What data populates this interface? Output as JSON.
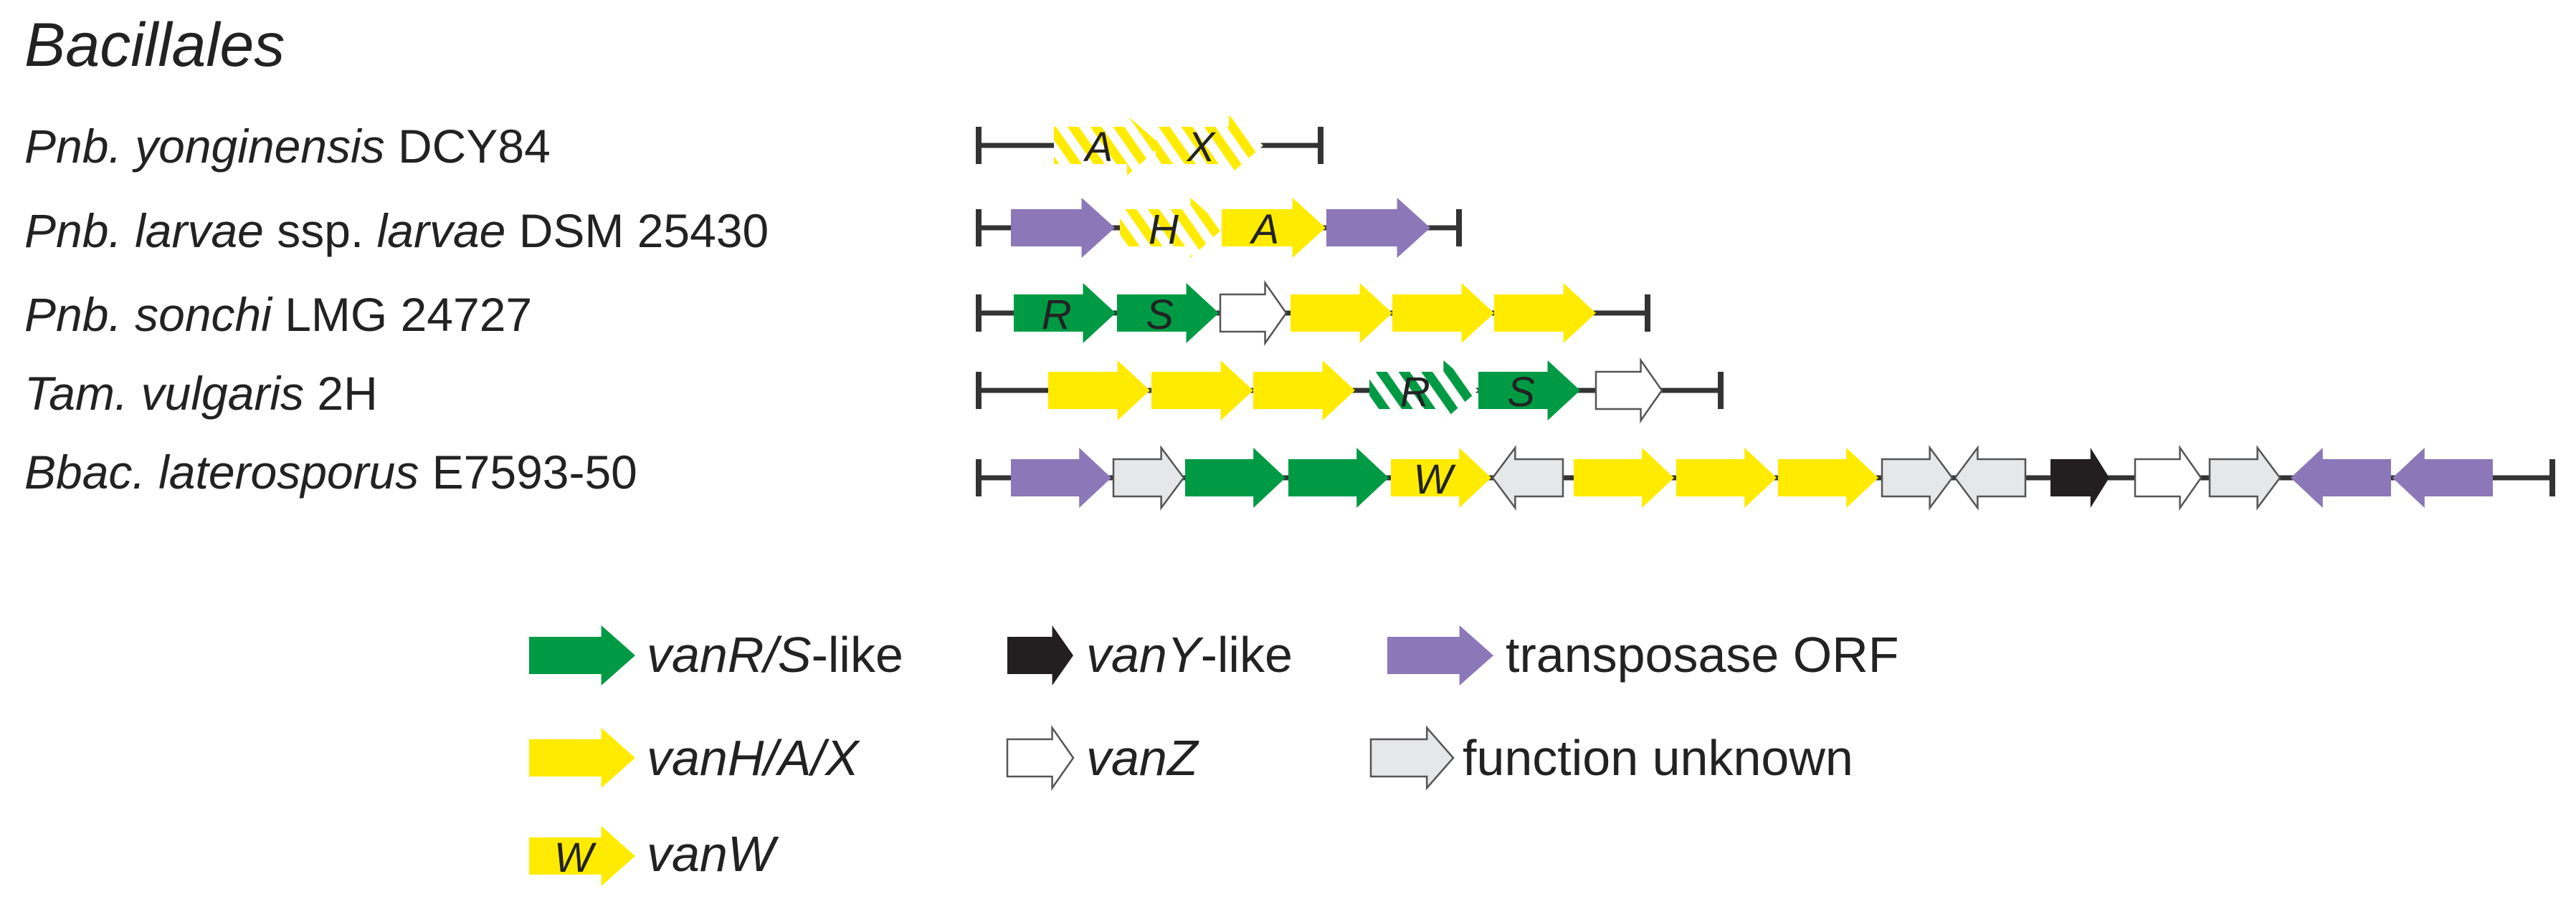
{
  "figure": {
    "title": "Bacillales"
  },
  "colors": {
    "vanRS": "#009A44",
    "vanHAX": "#FFEB00",
    "vanY": "#231F20",
    "vanZ": "#FFFFFF",
    "transposase": "#8C77B8",
    "unknown": "#E6E7E8",
    "line": "#333333",
    "outline": "#555555"
  },
  "organisms": [
    {
      "italic": "Pnb. yonginensis",
      "plain": " DCY84"
    },
    {
      "italic": "Pnb. larvae",
      "plain": " ssp. ",
      "italic2": "larvae",
      "plain2": " DSM 25430"
    },
    {
      "italic": "Pnb. sonchi",
      "plain": " LMG 24727"
    },
    {
      "italic": "Tam. vulgaris",
      "plain": " 2H"
    },
    {
      "italic": "Bbac. laterosporus",
      "plain": "  E7593-50"
    }
  ],
  "clusters": [
    {
      "genes": [
        {
          "type": "vanHAX",
          "hatched": true,
          "label": "A"
        },
        {
          "type": "vanHAX",
          "hatched": true,
          "label": "X"
        }
      ]
    },
    {
      "genes": [
        {
          "type": "transposase"
        },
        {
          "type": "vanHAX",
          "hatched": true,
          "label": "H"
        },
        {
          "type": "vanHAX",
          "label": "A"
        },
        {
          "type": "transposase"
        }
      ]
    },
    {
      "genes": [
        {
          "type": "vanRS",
          "label": "R"
        },
        {
          "type": "vanRS",
          "label": "S"
        },
        {
          "type": "vanZ"
        },
        {
          "type": "vanHAX"
        },
        {
          "type": "vanHAX"
        },
        {
          "type": "vanHAX"
        }
      ]
    },
    {
      "genes": [
        {
          "type": "vanHAX"
        },
        {
          "type": "vanHAX"
        },
        {
          "type": "vanHAX"
        },
        {
          "type": "vanRS",
          "hatched": true,
          "label": "R"
        },
        {
          "type": "vanRS",
          "label": "S"
        },
        {
          "type": "vanZ"
        }
      ]
    },
    {
      "genes": [
        {
          "type": "transposase"
        },
        {
          "type": "unknown"
        },
        {
          "type": "vanRS"
        },
        {
          "type": "vanRS"
        },
        {
          "type": "vanHAX",
          "label": "W"
        },
        {
          "type": "unknown",
          "reverse": true
        },
        {
          "type": "vanHAX"
        },
        {
          "type": "vanHAX"
        },
        {
          "type": "vanHAX"
        },
        {
          "type": "unknown"
        },
        {
          "type": "unknown",
          "reverse": true
        },
        {
          "type": "vanY"
        },
        {
          "type": "vanZ"
        },
        {
          "type": "unknown"
        },
        {
          "type": "transposase",
          "reverse": true
        },
        {
          "type": "transposase",
          "reverse": true
        }
      ]
    }
  ],
  "legend": [
    {
      "type": "vanRS",
      "italic": "vanR/S",
      "plain": "-like"
    },
    {
      "type": "vanY",
      "italic": "vanY",
      "plain": "-like"
    },
    {
      "type": "transposase",
      "italic": "",
      "plain": "transposase ORF"
    },
    {
      "type": "vanHAX",
      "italic": "vanH/A/X",
      "plain": ""
    },
    {
      "type": "vanZ",
      "italic": "vanZ",
      "plain": ""
    },
    {
      "type": "unknown",
      "italic": "",
      "plain": "function unknown"
    },
    {
      "type": "vanHAX",
      "label": "W",
      "italic": "vanW",
      "plain": ""
    }
  ]
}
